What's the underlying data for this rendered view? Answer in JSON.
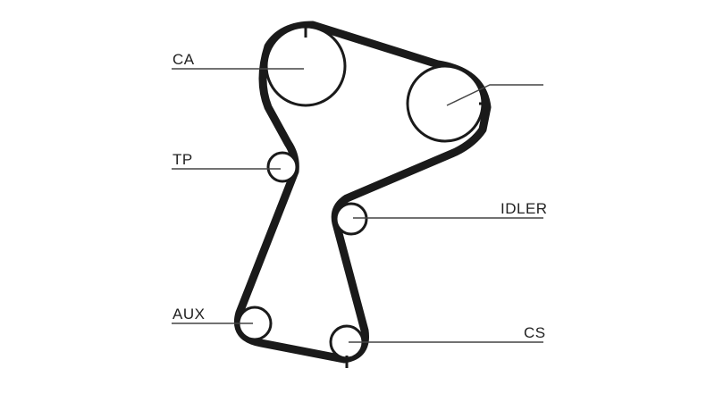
{
  "diagram": {
    "labels": {
      "ca": "CA",
      "tp": "TP",
      "idler": "IDLER",
      "aux": "AUX",
      "cs": "CS"
    },
    "colors": {
      "belt": "#1a1a1a",
      "pulley": "#1a1a1a",
      "leader": "#444444",
      "background": "#ffffff"
    }
  }
}
